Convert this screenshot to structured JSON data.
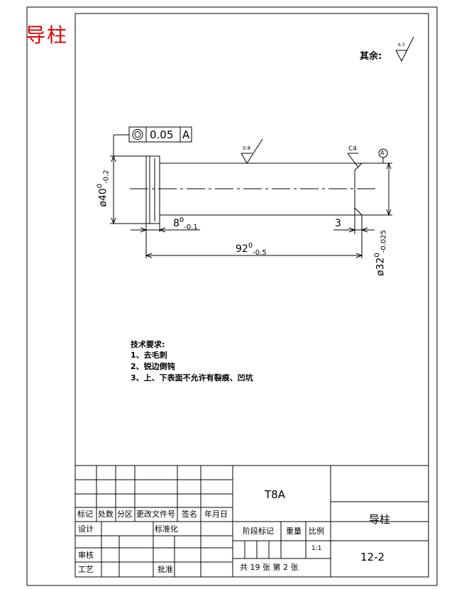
{
  "title": "导柱",
  "surface": {
    "label": "其余:",
    "roughness": "6.3",
    "roughness_small": "0.8"
  },
  "tolerance_frame": {
    "symbol": "concentricity-icon",
    "value": "0.05",
    "datum": "A"
  },
  "chamfer": "C4",
  "datum_marker": "A",
  "dimensions": {
    "dia40_main": "ø40",
    "dia40_upper": "0",
    "dia40_lower": "-0.2",
    "len8_main": "8",
    "len8_upper": "0",
    "len8_lower": "-0.1",
    "len3": "3",
    "len92_main": "92",
    "len92_upper": "0",
    "len92_lower": "-0.5",
    "dia32_main": "ø32",
    "dia32_upper": "0",
    "dia32_lower": "-0.025"
  },
  "requirements": {
    "heading": "技术要求:",
    "items": [
      "1、去毛刺",
      "2、锐边倒钝",
      "3、上、下表面不允许有裂痕、凹坑"
    ]
  },
  "title_block": {
    "material": "T8A",
    "part_name": "导柱",
    "drawing_number": "12-2",
    "header_labels": [
      "标记",
      "处数",
      "分区",
      "更改文件号",
      "签名",
      "年月日"
    ],
    "design": "设计",
    "standardize": "标准化",
    "review": "审核",
    "process": "工艺",
    "approve": "批准",
    "stage_mark": "阶段标记",
    "weight": "重量",
    "ratio_label": "比例",
    "ratio": "1:1",
    "sheets": "共 19 张 第 2 张"
  },
  "colors": {
    "title": "#e00000",
    "lines": "#000000"
  }
}
